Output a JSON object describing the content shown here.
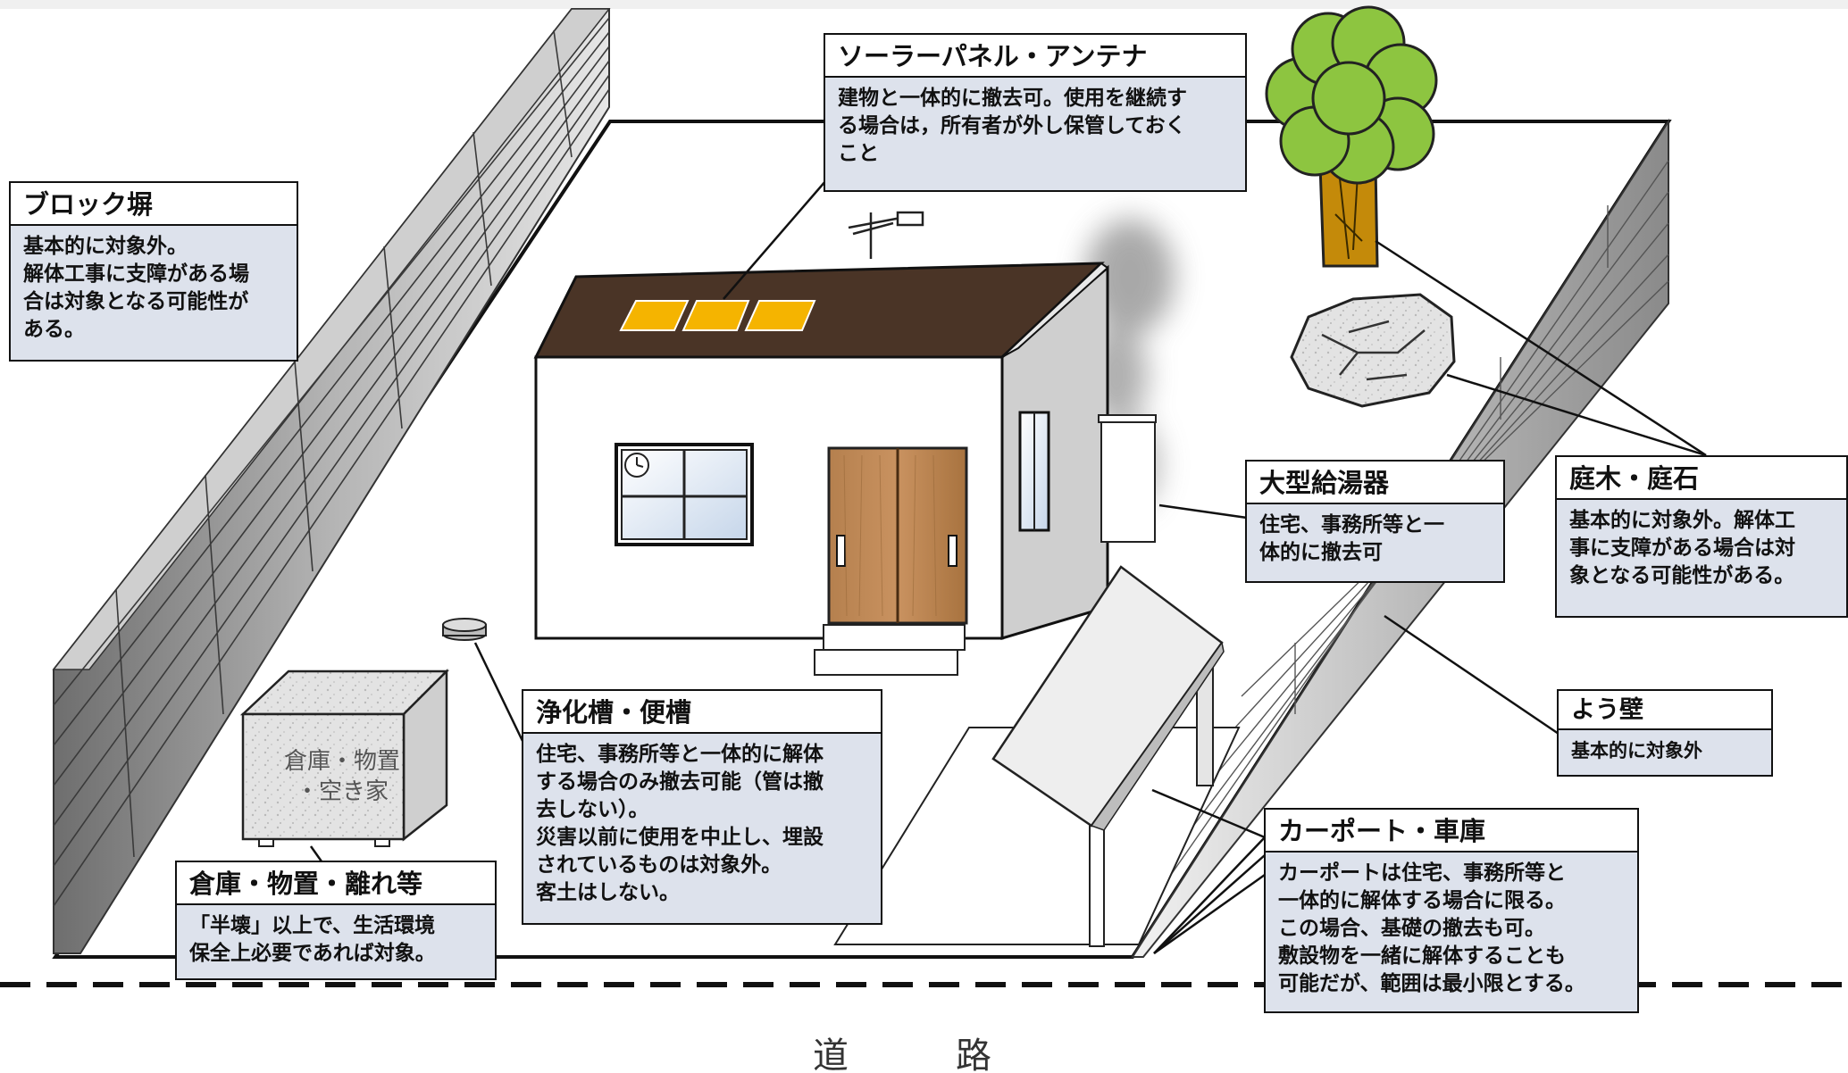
{
  "road_label": "道　路",
  "shed_label": "倉庫・物置\n・空き家",
  "callouts": {
    "solar": {
      "title": "ソーラーパネル・アンテナ",
      "lines": [
        "建物と一体的に撤去可。使用を継続す",
        "る場合は，所有者が外し保管しておく",
        "こと"
      ]
    },
    "block_wall": {
      "title": "ブロック塀",
      "lines": [
        "基本的に対象外。",
        "解体工事に支障がある場",
        "合は対象となる可能性が",
        "ある。"
      ]
    },
    "water_heater": {
      "title": "大型給湯器",
      "lines": [
        "住宅、事務所等と一",
        "体的に撤去可"
      ]
    },
    "garden": {
      "title": "庭木・庭石",
      "lines": [
        "基本的に対象外。解体工",
        "事に支障がある場合は対",
        "象となる可能性がある。"
      ]
    },
    "retaining_wall": {
      "title": "よう壁",
      "lines": [
        "基本的に対象外"
      ]
    },
    "septic": {
      "title": "浄化槽・便槽",
      "lines": [
        "住宅、事務所等と一体的に解体",
        "する場合のみ撤去可能（管は撤",
        "去しない）。",
        "災害以前に使用を中止し、埋設",
        "されているものは対象外。",
        "客土はしない。"
      ]
    },
    "shed": {
      "title": "倉庫・物置・離れ等",
      "lines": [
        "「半壊」以上で、生活環境",
        "保全上必要であれば対象。"
      ]
    },
    "carport": {
      "title": "カーポート・車庫",
      "lines": [
        "カーポートは住宅、事務所等と",
        "一体的に解体する場合に限る。",
        "この場合、基礎の撤去も可。",
        "敷設物を一緒に解体することも",
        "可能だが、範囲は最小限とする。"
      ]
    }
  }
}
